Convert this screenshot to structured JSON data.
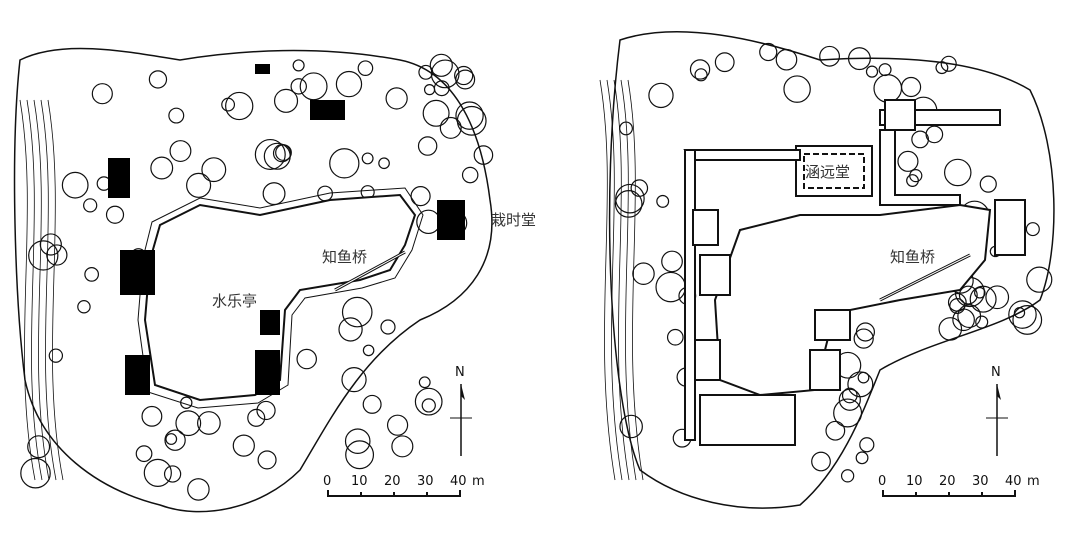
{
  "left_plan": {
    "labels": {
      "hall": "栽时堂",
      "bridge": "知鱼桥",
      "pavilion": "水乐亭"
    },
    "north": "N",
    "scale": {
      "ticks": [
        "0",
        "10",
        "20",
        "30",
        "40"
      ],
      "unit": "m"
    }
  },
  "right_plan": {
    "labels": {
      "hall": "涵远堂",
      "bridge": "知鱼桥"
    },
    "north": "N",
    "scale": {
      "ticks": [
        "0",
        "10",
        "20",
        "30",
        "40"
      ],
      "unit": "m"
    }
  }
}
